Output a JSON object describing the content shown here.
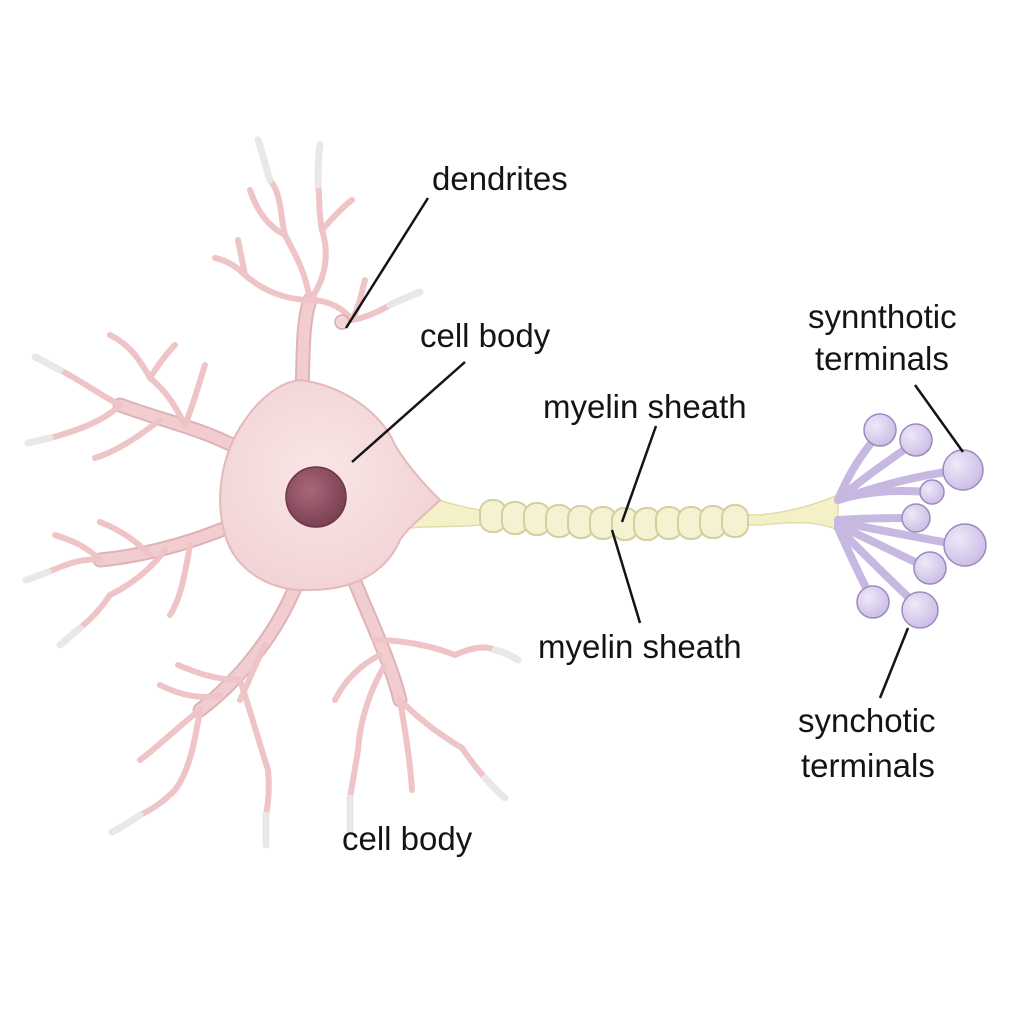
{
  "labels": {
    "dendrites": "dendrites",
    "cell_body_top": "cell body",
    "myelin_sheath_top": "myelin sheath",
    "synaptic_terminals_top": [
      "synnthotic",
      "terminals"
    ],
    "myelin_sheath_bottom": "myelin sheath",
    "synaptic_terminals_bottom": [
      "synchotic",
      "terminals"
    ],
    "cell_body_bottom": "cell body"
  },
  "colors": {
    "background": "#ffffff",
    "cell_body_fill": "#f6dcdd",
    "dendrite_stroke": "#f1cdcf",
    "dendrite_outline": "#dfb3b6",
    "nucleus": "#8f4f61",
    "axon": "#f4f1c9",
    "myelin_segment": "#f5f2d2",
    "myelin_outline": "#d4cf9e",
    "terminal_fill": "#d9cdec",
    "terminal_outline": "#9a8bbf",
    "leader_line": "#141414",
    "label_text": "#141414"
  }
}
